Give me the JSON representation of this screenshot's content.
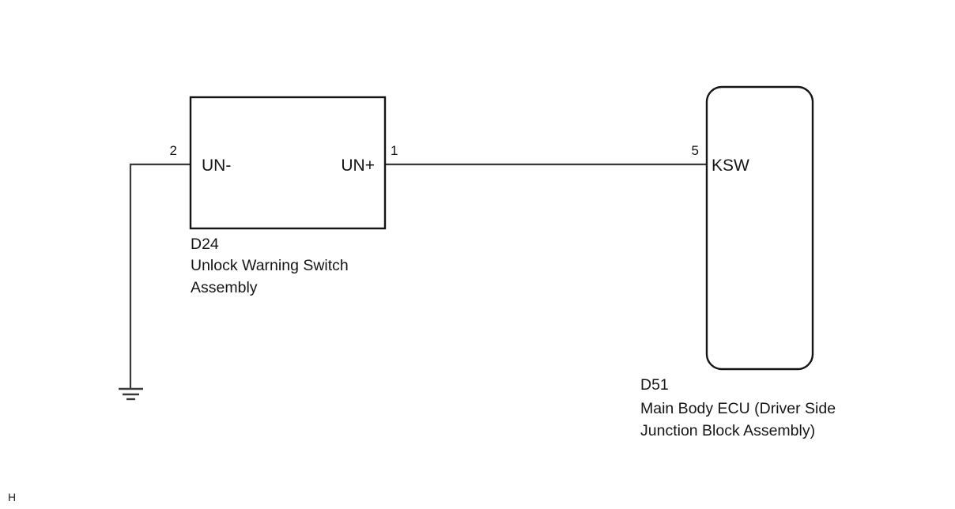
{
  "diagram": {
    "type": "wiring-schematic",
    "page_marker": "H",
    "background_color": "#ffffff",
    "line_color": "#3a3a3a",
    "border_color": "#141414",
    "components": [
      {
        "id": "D24",
        "name": "Unlock Warning Switch",
        "name_line2": "Assembly",
        "shape": "rectangle",
        "terminals": [
          {
            "pin": "2",
            "label": "UN-",
            "side": "left"
          },
          {
            "pin": "1",
            "label": "UN+",
            "side": "right"
          }
        ]
      },
      {
        "id": "D51",
        "name": "Main Body ECU (Driver Side",
        "name_line2": "Junction Block Assembly)",
        "shape": "rounded-rectangle",
        "terminals": [
          {
            "pin": "5",
            "label": "KSW",
            "side": "left"
          }
        ]
      }
    ],
    "connections": [
      {
        "from": "D24-1 UN+",
        "to": "D51-5 KSW",
        "style": "solid"
      },
      {
        "from": "D24-2 UN-",
        "to": "ground",
        "style": "solid"
      }
    ],
    "ground": {
      "symbol": "earth-ground",
      "bars": 3
    }
  }
}
